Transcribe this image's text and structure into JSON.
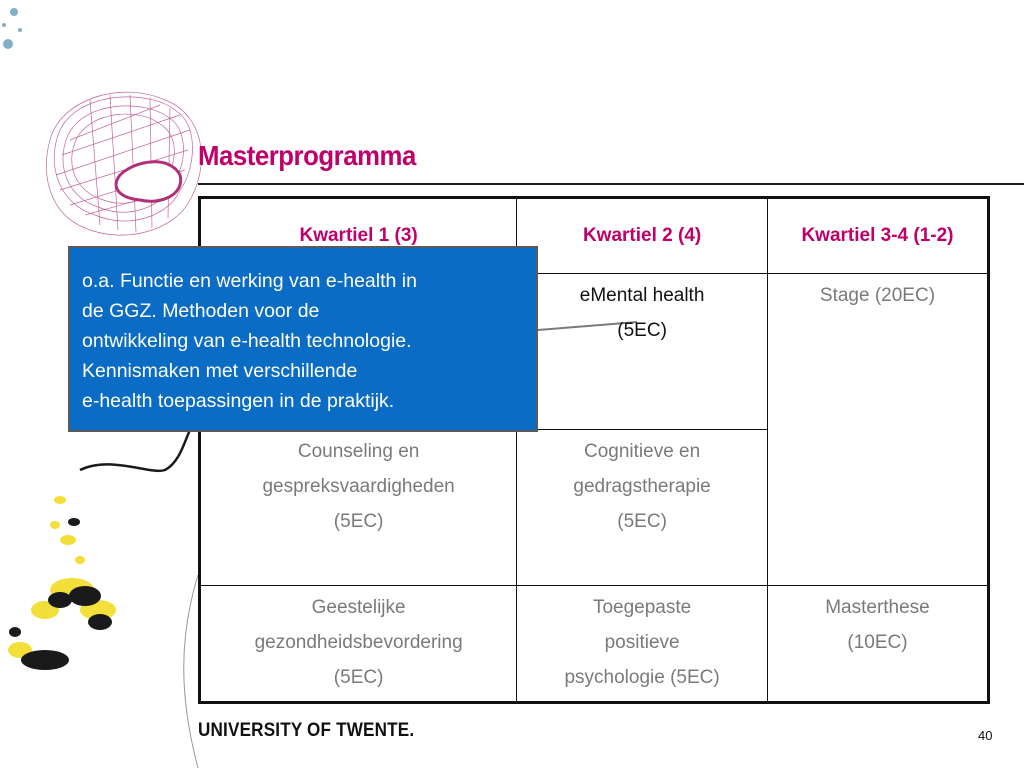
{
  "colors": {
    "accent": "#c0006a",
    "body_text": "#7a7a7a",
    "popup_bg": "#0a6cc4",
    "dark_text": "#111111"
  },
  "slide": {
    "title": "Masterprogramma",
    "table": {
      "headers": [
        "Kwartiel 1 (3)",
        "Kwartiel 2 (4)",
        "Kwartiel 3-4 (1-2)"
      ],
      "rows": [
        [
          "",
          "eMental health|(5EC)",
          "Stage (20EC)"
        ],
        [
          "Counseling en|gespreksvaardigheden|(5EC)",
          "Cognitieve en|gedragstherapie|(5EC)",
          ""
        ],
        [
          "Geestelijke|gezondheidsbevordering|(5EC)",
          "Toegepaste|positieve|psychologie (5EC)",
          "Masterthese|(10EC)"
        ]
      ]
    },
    "popup": {
      "lines": [
        "o.a. Functie en werking van e-health in",
        "de GGZ. Methoden voor de",
        "ontwikkeling van e-health technologie.",
        "Kennismaken met verschillende",
        "e-health toepassingen in de praktijk."
      ]
    },
    "footer": {
      "logo": "UNIVERSITY OF TWENTE.",
      "page_number": "40"
    }
  }
}
